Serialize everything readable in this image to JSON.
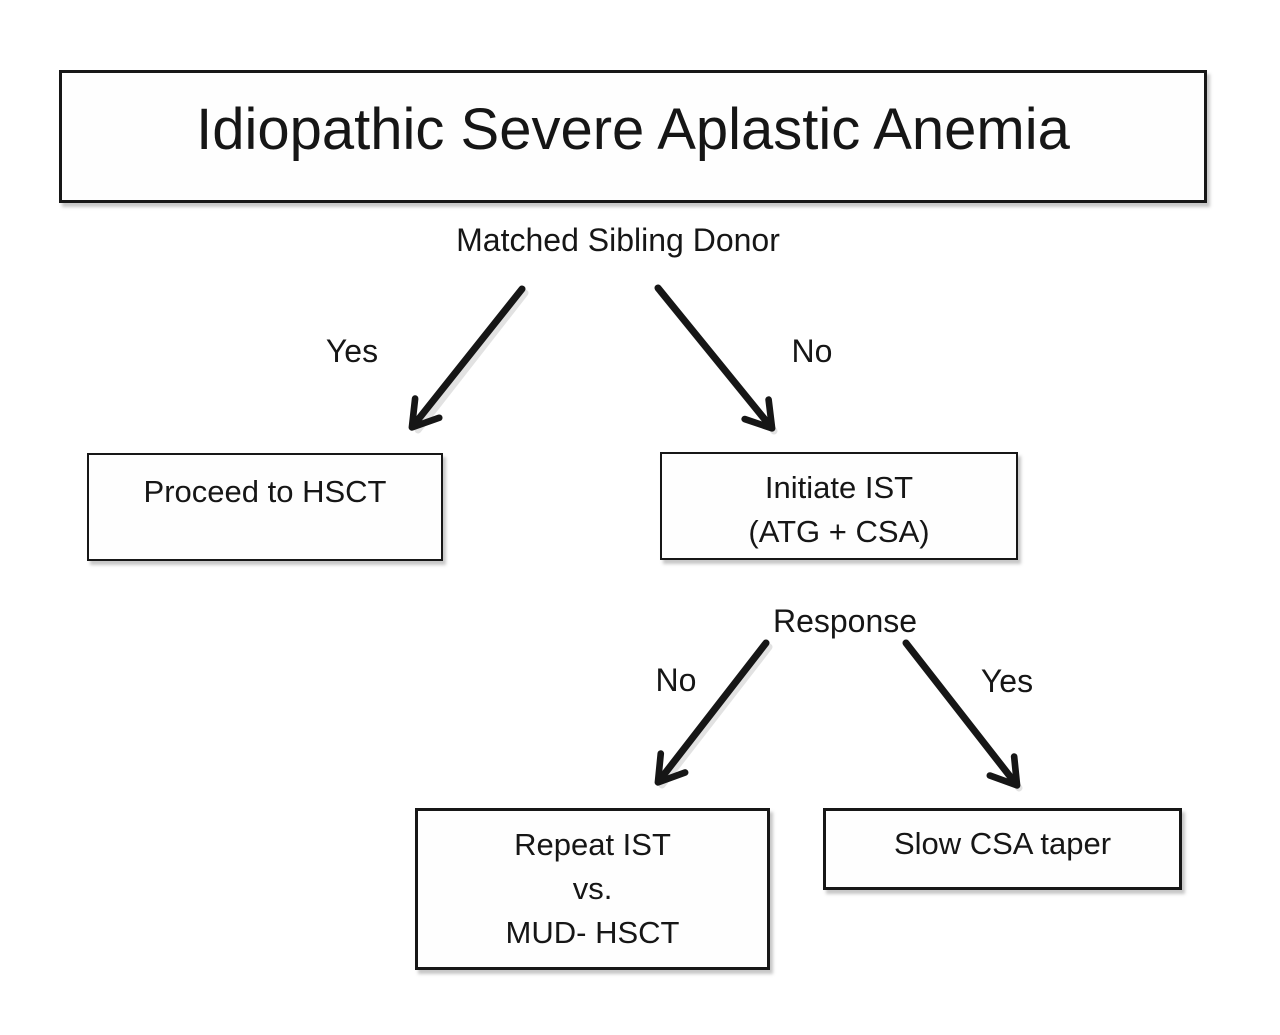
{
  "diagram": {
    "title": "Idiopathic Severe Aplastic Anemia",
    "root_label": "Matched Sibling Donor",
    "branch1": {
      "yes_label": "Yes",
      "no_label": "No"
    },
    "response_label": "Response",
    "branch2": {
      "no_label": "No",
      "yes_label": "Yes"
    },
    "nodes": {
      "proceed_hsct": {
        "line1": "Proceed to HSCT"
      },
      "initiate_ist": {
        "line1": "Initiate IST",
        "line2": "(ATG + CSA)"
      },
      "repeat_ist": {
        "line1": "Repeat IST",
        "line2": "vs.",
        "line3": "MUD- HSCT"
      },
      "slow_csa_taper": {
        "line1": "Slow CSA taper"
      }
    },
    "colors": {
      "ink": "#161616",
      "background": "#ffffff"
    }
  }
}
